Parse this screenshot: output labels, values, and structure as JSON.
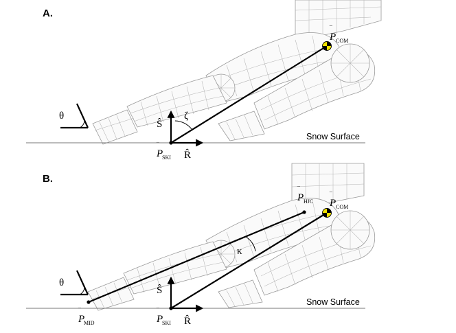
{
  "panels": [
    {
      "label": "A.",
      "surface_label": "Snow Surface",
      "points": {
        "com": {
          "symbol": "P",
          "subscript": "COM"
        },
        "ski": {
          "symbol": "P",
          "subscript": "SKI"
        }
      },
      "axes": {
        "s": "Ŝ",
        "r": "R̂"
      },
      "angles": {
        "theta": "θ",
        "zeta": "ζ"
      }
    },
    {
      "label": "B.",
      "surface_label": "Snow Surface",
      "points": {
        "hjc": {
          "symbol": "P",
          "subscript": "HJC"
        },
        "com": {
          "symbol": "P",
          "subscript": "COM"
        },
        "ski": {
          "symbol": "P",
          "subscript": "SKI"
        },
        "mid": {
          "symbol": "P",
          "subscript": "MID"
        }
      },
      "axes": {
        "s": "Ŝ",
        "r": "R̂"
      },
      "angles": {
        "theta": "θ",
        "kappa": "κ"
      }
    }
  ]
}
